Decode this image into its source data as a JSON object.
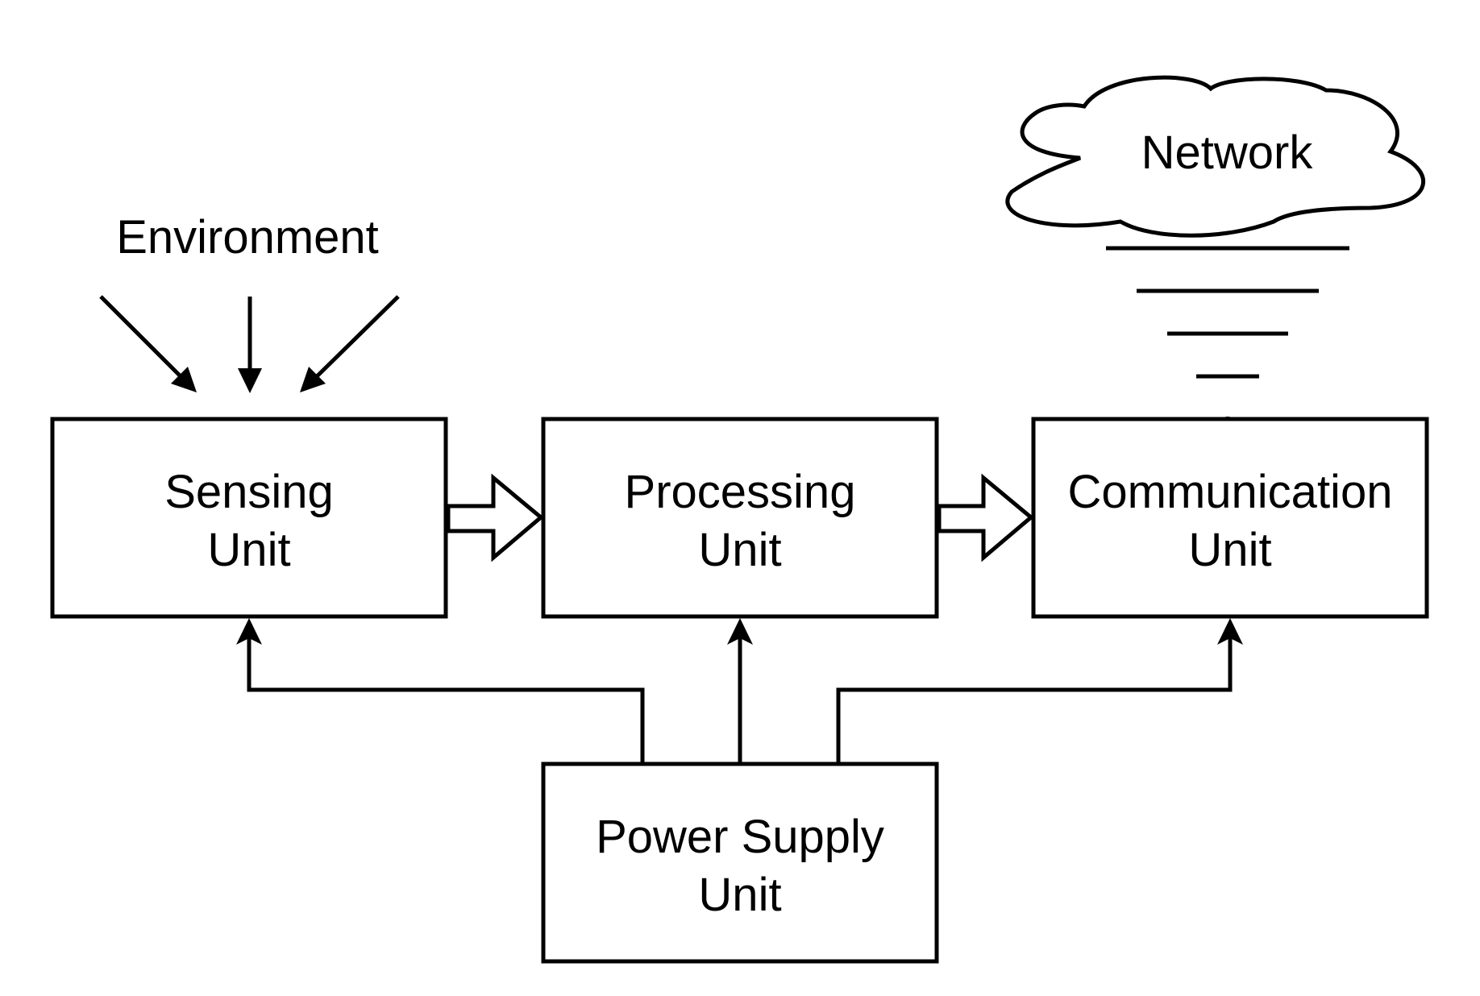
{
  "environment": {
    "label": "Environment"
  },
  "network": {
    "label": "Network"
  },
  "sensing_unit": {
    "line1": "Sensing",
    "line2": "Unit"
  },
  "processing_unit": {
    "line1": "Processing",
    "line2": "Unit"
  },
  "communication_unit": {
    "line1": "Communication",
    "line2": "Unit"
  },
  "power_supply_unit": {
    "line1": "Power Supply",
    "line2": "Unit"
  },
  "colors": {
    "stroke": "#000000",
    "background": "#ffffff"
  }
}
